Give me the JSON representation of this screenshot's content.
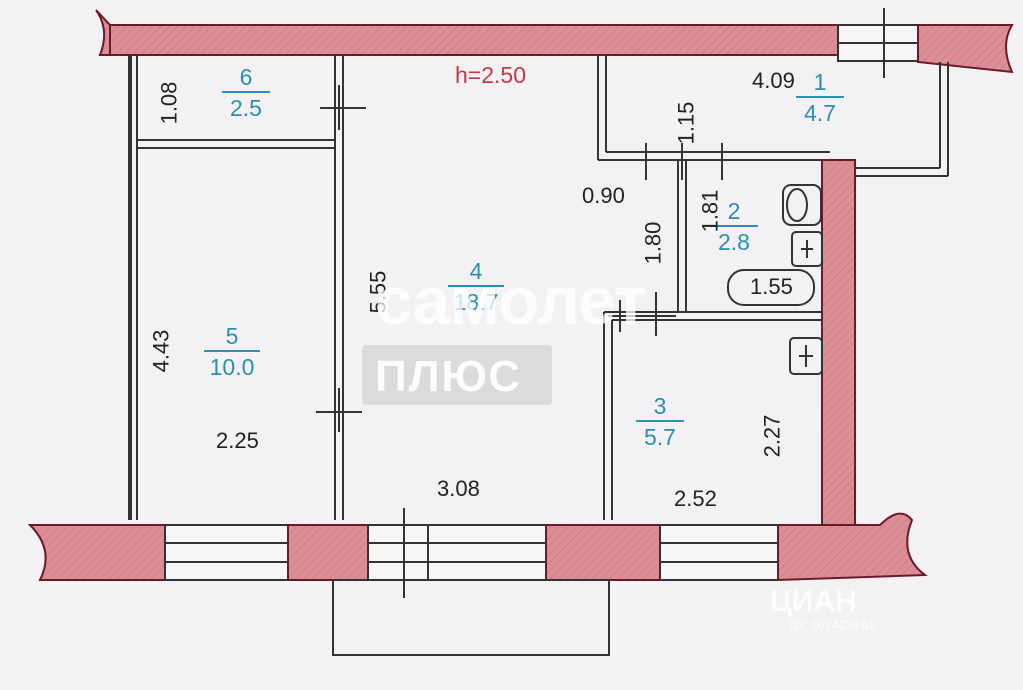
{
  "plan": {
    "ceiling_height": "h=2.50",
    "rooms": [
      {
        "number": "6",
        "area": "2.5"
      },
      {
        "number": "1",
        "area": "4.7"
      },
      {
        "number": "2",
        "area": "2.8"
      },
      {
        "number": "4",
        "area": "18.7"
      },
      {
        "number": "5",
        "area": "10.0"
      },
      {
        "number": "3",
        "area": "5.7"
      }
    ],
    "dimensions": {
      "d_108": "1.08",
      "d_409": "4.09",
      "d_115": "1.15",
      "d_090": "0.90",
      "d_181": "1.81",
      "d_180": "1.80",
      "d_155": "1.55",
      "d_555": "5.55",
      "d_443": "4.43",
      "d_225": "2.25",
      "d_308": "3.08",
      "d_227": "2.27",
      "d_252": "2.52"
    },
    "colors": {
      "wall": "#dc8e96",
      "wall_stroke": "#8a2030",
      "room_label": "#2a8fb0",
      "height_label": "#c23a4a"
    }
  },
  "watermarks": {
    "brand": "самолет",
    "brand_sub": "ПЛЮС",
    "site": "ЦИАН",
    "listing_id": "ID: 107423161"
  }
}
